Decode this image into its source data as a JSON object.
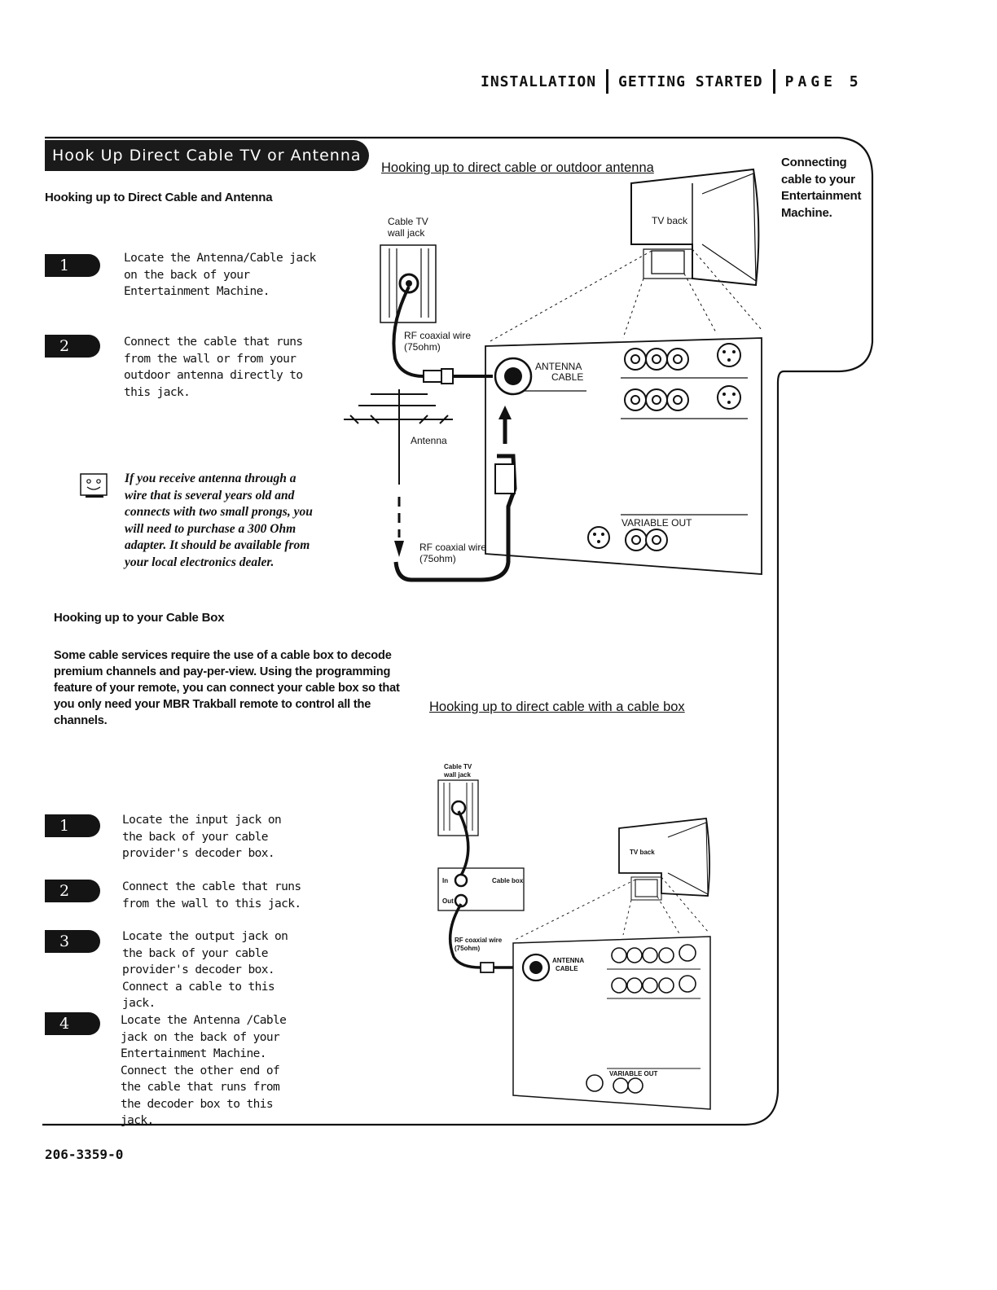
{
  "header": {
    "section": "INSTALLATION",
    "chapter": "GETTING STARTED",
    "page": "PAGE 5"
  },
  "banner_title": "Hook Up Direct Cable TV or Antenna",
  "sidebar_note": "Connecting cable to your Entertainment Machine.",
  "section1": {
    "heading": "Hooking up to Direct Cable and Antenna",
    "steps": [
      {
        "num": "1",
        "text": "Locate the Antenna/Cable jack on the back of your Entertainment Machine."
      },
      {
        "num": "2",
        "text": "Connect the cable that runs from the wall or from your outdoor antenna directly to this jack."
      }
    ],
    "tip": "If you receive antenna through a wire that is several years old and connects with two small prongs, you will need to purchase a 300 Ohm adapter. It should be available from your local electronics dealer."
  },
  "section2": {
    "heading": "Hooking up to your Cable Box",
    "intro": "Some cable services require the use of a cable box to decode premium channels and pay-per-view. Using the programming feature of your remote, you can connect your cable box so that you only need your MBR Trakball remote to control all the channels.",
    "steps": [
      {
        "num": "1",
        "text": "Locate the input jack on the back of your cable provider's decoder box."
      },
      {
        "num": "2",
        "text": "Connect the cable that runs from the wall to this jack."
      },
      {
        "num": "3",
        "text": "Locate the output jack on the back of your cable provider's decoder box. Connect a cable to this jack."
      },
      {
        "num": "4",
        "text": "Locate the Antenna /Cable jack on the back of your Entertainment Machine. Connect the other end of the cable that runs from the decoder box to this jack."
      }
    ]
  },
  "diagram1": {
    "caption": "Hooking up to direct cable or outdoor antenna",
    "labels": {
      "wall_jack_1": "Cable TV",
      "wall_jack_2": "wall jack",
      "tv_back": "TV back",
      "rf_wire_1": "RF coaxial wire",
      "rf_wire_2": "(75ohm)",
      "antenna": "Antenna",
      "jack_1": "ANTENNA",
      "jack_2": "CABLE",
      "variable_out": "VARIABLE OUT",
      "rf_wire2_1": "RF coaxial wire",
      "rf_wire2_2": "(75ohm)"
    }
  },
  "diagram2": {
    "caption": "Hooking up to direct cable with a cable box",
    "labels": {
      "wall_jack_1": "Cable TV",
      "wall_jack_2": "wall jack",
      "tv_back": "TV back",
      "in": "In",
      "out": "Out",
      "cable_box": "Cable box",
      "rf_wire_1": "RF coaxial wire",
      "rf_wire_2": "(75ohm)",
      "jack_1": "ANTENNA",
      "jack_2": "CABLE",
      "variable_out": "VARIABLE OUT"
    }
  },
  "footer_code": "206-3359-0"
}
